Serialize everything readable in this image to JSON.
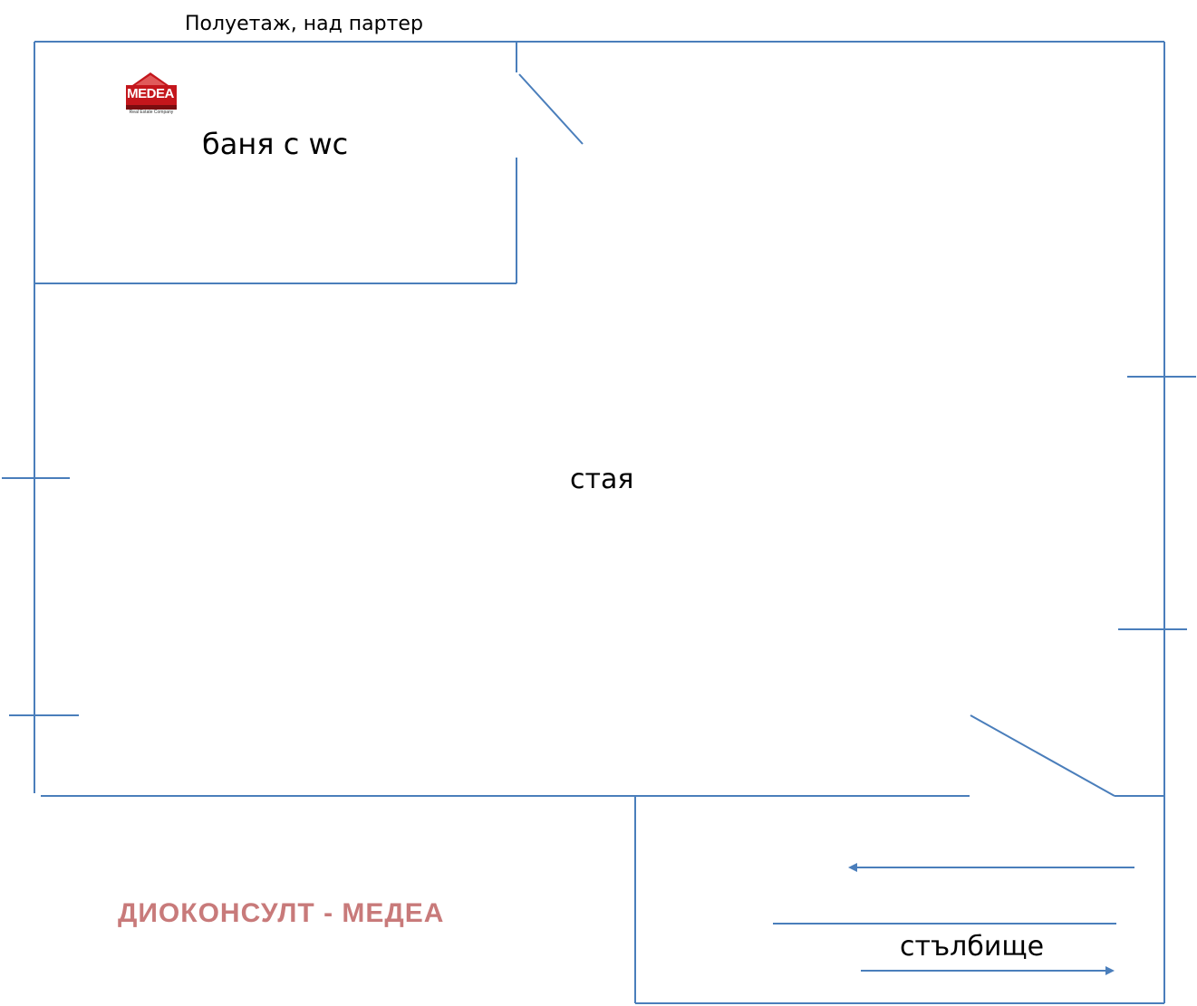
{
  "plan": {
    "floor_title": "Полуетаж, над партер",
    "rooms": {
      "bathroom": "баня с wc",
      "room": "стая",
      "stairs": "стълбище"
    },
    "watermark": "ДИОКОНСУЛТ - МЕДЕА",
    "logo": {
      "word": "MEDEA",
      "subtitle": "Real Estate Company"
    }
  },
  "colors": {
    "wall": "#4a7ebb",
    "watermark": "#c87a7a",
    "logo_red": "#c4161c"
  },
  "icons": {
    "logo": "house-logo-icon",
    "stair_arrows": "arrow-icon"
  }
}
